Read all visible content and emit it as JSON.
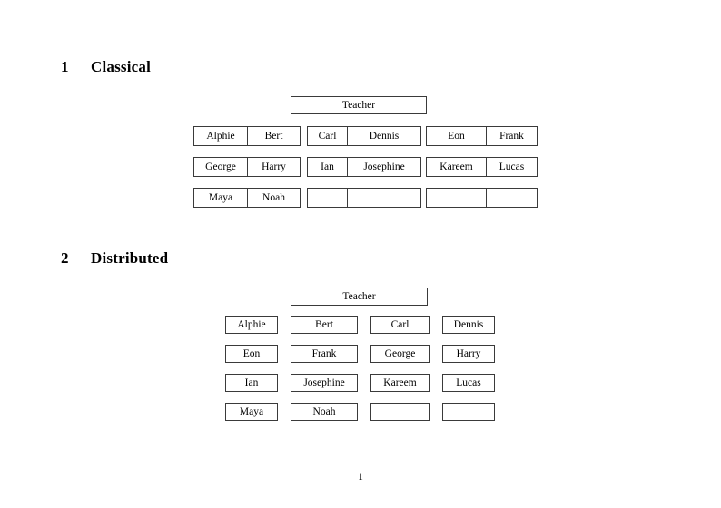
{
  "document": {
    "page_number": "1"
  },
  "sections": [
    {
      "number": "1",
      "title": "Classical",
      "teacher_label": "Teacher",
      "layout": "three-groups-of-two-columns",
      "groups": [
        {
          "name": "group-left",
          "rows": [
            [
              "Alphie",
              "Bert"
            ],
            [
              "George",
              "Harry"
            ],
            [
              "Maya",
              "Noah"
            ]
          ]
        },
        {
          "name": "group-middle",
          "rows": [
            [
              "Carl",
              "Dennis"
            ],
            [
              "Ian",
              "Josephine"
            ],
            [
              "",
              ""
            ]
          ]
        },
        {
          "name": "group-right",
          "rows": [
            [
              "Eon",
              "Frank"
            ],
            [
              "Kareem",
              "Lucas"
            ],
            [
              "",
              ""
            ]
          ]
        }
      ]
    },
    {
      "number": "2",
      "title": "Distributed",
      "teacher_label": "Teacher",
      "layout": "four-independent-columns",
      "rows": [
        [
          "Alphie",
          "Bert",
          "Carl",
          "Dennis"
        ],
        [
          "Eon",
          "Frank",
          "George",
          "Harry"
        ],
        [
          "Ian",
          "Josephine",
          "Kareem",
          "Lucas"
        ],
        [
          "Maya",
          "Noah",
          "",
          ""
        ]
      ]
    }
  ]
}
